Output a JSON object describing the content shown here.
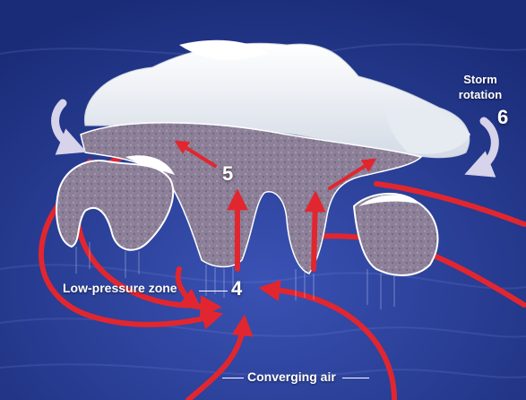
{
  "diagram": {
    "labels": {
      "low_pressure_zone": "Low-pressure zone",
      "converging_air": "Converging air",
      "storm_rotation": "Storm rotation"
    },
    "step_numbers": {
      "step_4": "4",
      "step_5": "5",
      "step_6": "6"
    },
    "colors": {
      "ground": "#2a3f9a",
      "sky": "#1b2f7c",
      "cloud_top": "#eef2f6",
      "cloud_section": "#8c7f98",
      "airflow_arrow": "#e2262f",
      "rotation_arrow": "#d6d3ea"
    }
  }
}
